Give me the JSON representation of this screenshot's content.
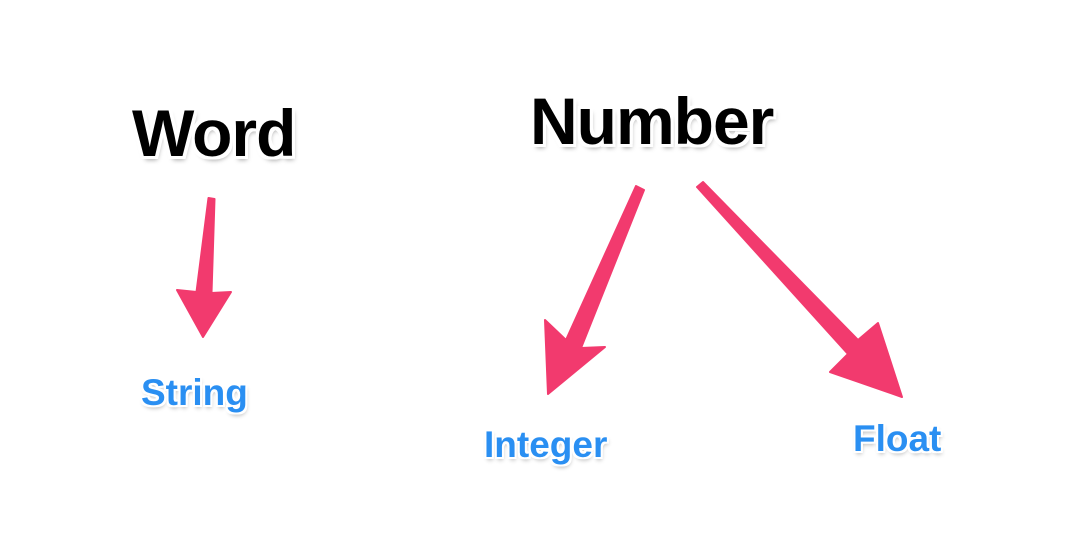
{
  "nodes": {
    "word": "Word",
    "number": "Number",
    "string": "String",
    "integer": "Integer",
    "float": "Float"
  },
  "colors": {
    "heading": "#000000",
    "leaf": "#2a8ff2",
    "arrow": "#f23a6e"
  }
}
